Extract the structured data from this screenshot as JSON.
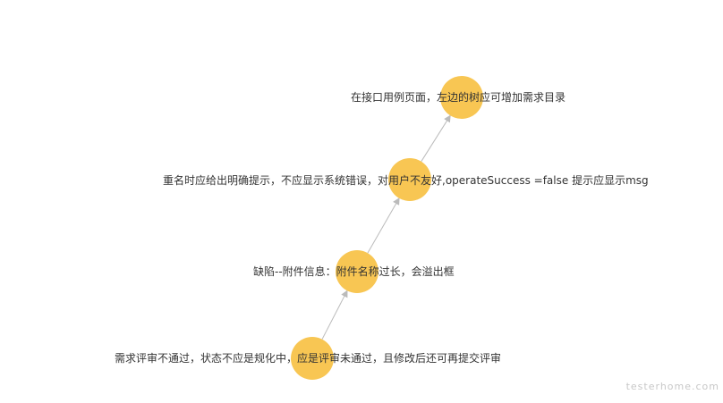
{
  "diagram": {
    "node_color": "#F8C653",
    "edge_color": "#BBBBBB",
    "text_color": "#333333",
    "nodes": [
      {
        "id": "n1",
        "label": "需求评审不通过，状态不应是规化中，应是评审未通过，且修改后还可再提交评审"
      },
      {
        "id": "n2",
        "label": "缺陷--附件信息：附件名称过长，会溢出框"
      },
      {
        "id": "n3",
        "label": "重名时应给出明确提示，不应显示系统错误，对用户不友好,operateSuccess =false  提示应显示msg"
      },
      {
        "id": "n4",
        "label": "在接口用例页面，左边的树应可增加需求目录"
      }
    ],
    "edges": [
      {
        "from": "n1",
        "to": "n2"
      },
      {
        "from": "n2",
        "to": "n3"
      },
      {
        "from": "n3",
        "to": "n4"
      }
    ]
  },
  "watermark": {
    "text": "testerhome.com",
    "color": "#C8C8C8"
  }
}
